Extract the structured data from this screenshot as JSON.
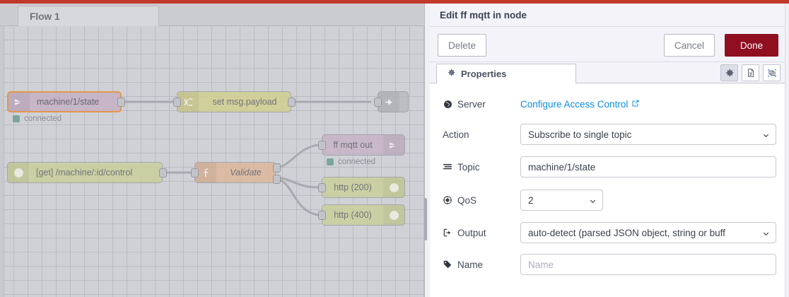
{
  "theme": {
    "accent_red": "#c1392b",
    "done_button_bg": "#8f0f20",
    "link_blue": "#0d8ee0",
    "selected_node_border": "#e8913a",
    "status_dot_green": "#7aa79a",
    "canvas_bg": "#d0d1d6"
  },
  "flow_tabs": [
    {
      "label": "Flow 1",
      "active": true
    }
  ],
  "canvas": {
    "nodes": [
      {
        "id": "mqtt-in",
        "label": "machine/1/state",
        "type": "mqtt-in",
        "icon": "mqtt-icon",
        "selected": true,
        "status": "connected"
      },
      {
        "id": "change",
        "label": "set msg.payload",
        "type": "change",
        "icon": "switch-arrows-icon",
        "selected": false,
        "status": ""
      },
      {
        "id": "debug",
        "label": "",
        "type": "debug",
        "icon": "debug-arrow-icon",
        "selected": false,
        "status": ""
      },
      {
        "id": "http-in",
        "label": "[get] /machine/:id/control",
        "type": "http-in",
        "icon": "globe-icon",
        "selected": false,
        "status": ""
      },
      {
        "id": "function",
        "label": "Validate",
        "type": "function",
        "icon": "function-f-icon",
        "selected": false,
        "italic": true,
        "status": ""
      },
      {
        "id": "mqtt-out",
        "label": "ff mqtt out",
        "type": "mqtt-out",
        "icon": "mqtt-icon",
        "selected": false,
        "status": "connected"
      },
      {
        "id": "http-200",
        "label": "http (200)",
        "type": "http-response",
        "icon": "globe-icon",
        "selected": false,
        "status": ""
      },
      {
        "id": "http-400",
        "label": "http (400)",
        "type": "http-response",
        "icon": "globe-icon",
        "selected": false,
        "status": ""
      }
    ]
  },
  "panel": {
    "title": "Edit ff mqtt in node",
    "buttons": {
      "delete": "Delete",
      "cancel": "Cancel",
      "done": "Done"
    },
    "tabs": [
      {
        "label": "Properties",
        "icon": "gear-icon",
        "active": true
      }
    ],
    "icon_buttons": [
      {
        "name": "gear-icon",
        "active": true
      },
      {
        "name": "description-icon",
        "active": false
      },
      {
        "name": "appearance-icon",
        "active": false
      }
    ],
    "form": {
      "server": {
        "label": "Server",
        "icon": "globe-icon",
        "link_text": "Configure Access Control",
        "link_icon": "external-link-icon"
      },
      "action": {
        "label": "Action",
        "icon": "",
        "value": "Subscribe to single topic",
        "control": "select"
      },
      "topic": {
        "label": "Topic",
        "icon": "list-icon",
        "value": "machine/1/state",
        "placeholder": "",
        "control": "text"
      },
      "qos": {
        "label": "QoS",
        "icon": "target-icon",
        "value": "2",
        "control": "select"
      },
      "output": {
        "label": "Output",
        "icon": "output-arrow-icon",
        "value": "auto-detect (parsed JSON object, string or buff",
        "control": "select"
      },
      "name": {
        "label": "Name",
        "icon": "tag-icon",
        "value": "",
        "placeholder": "Name",
        "control": "text"
      }
    }
  }
}
